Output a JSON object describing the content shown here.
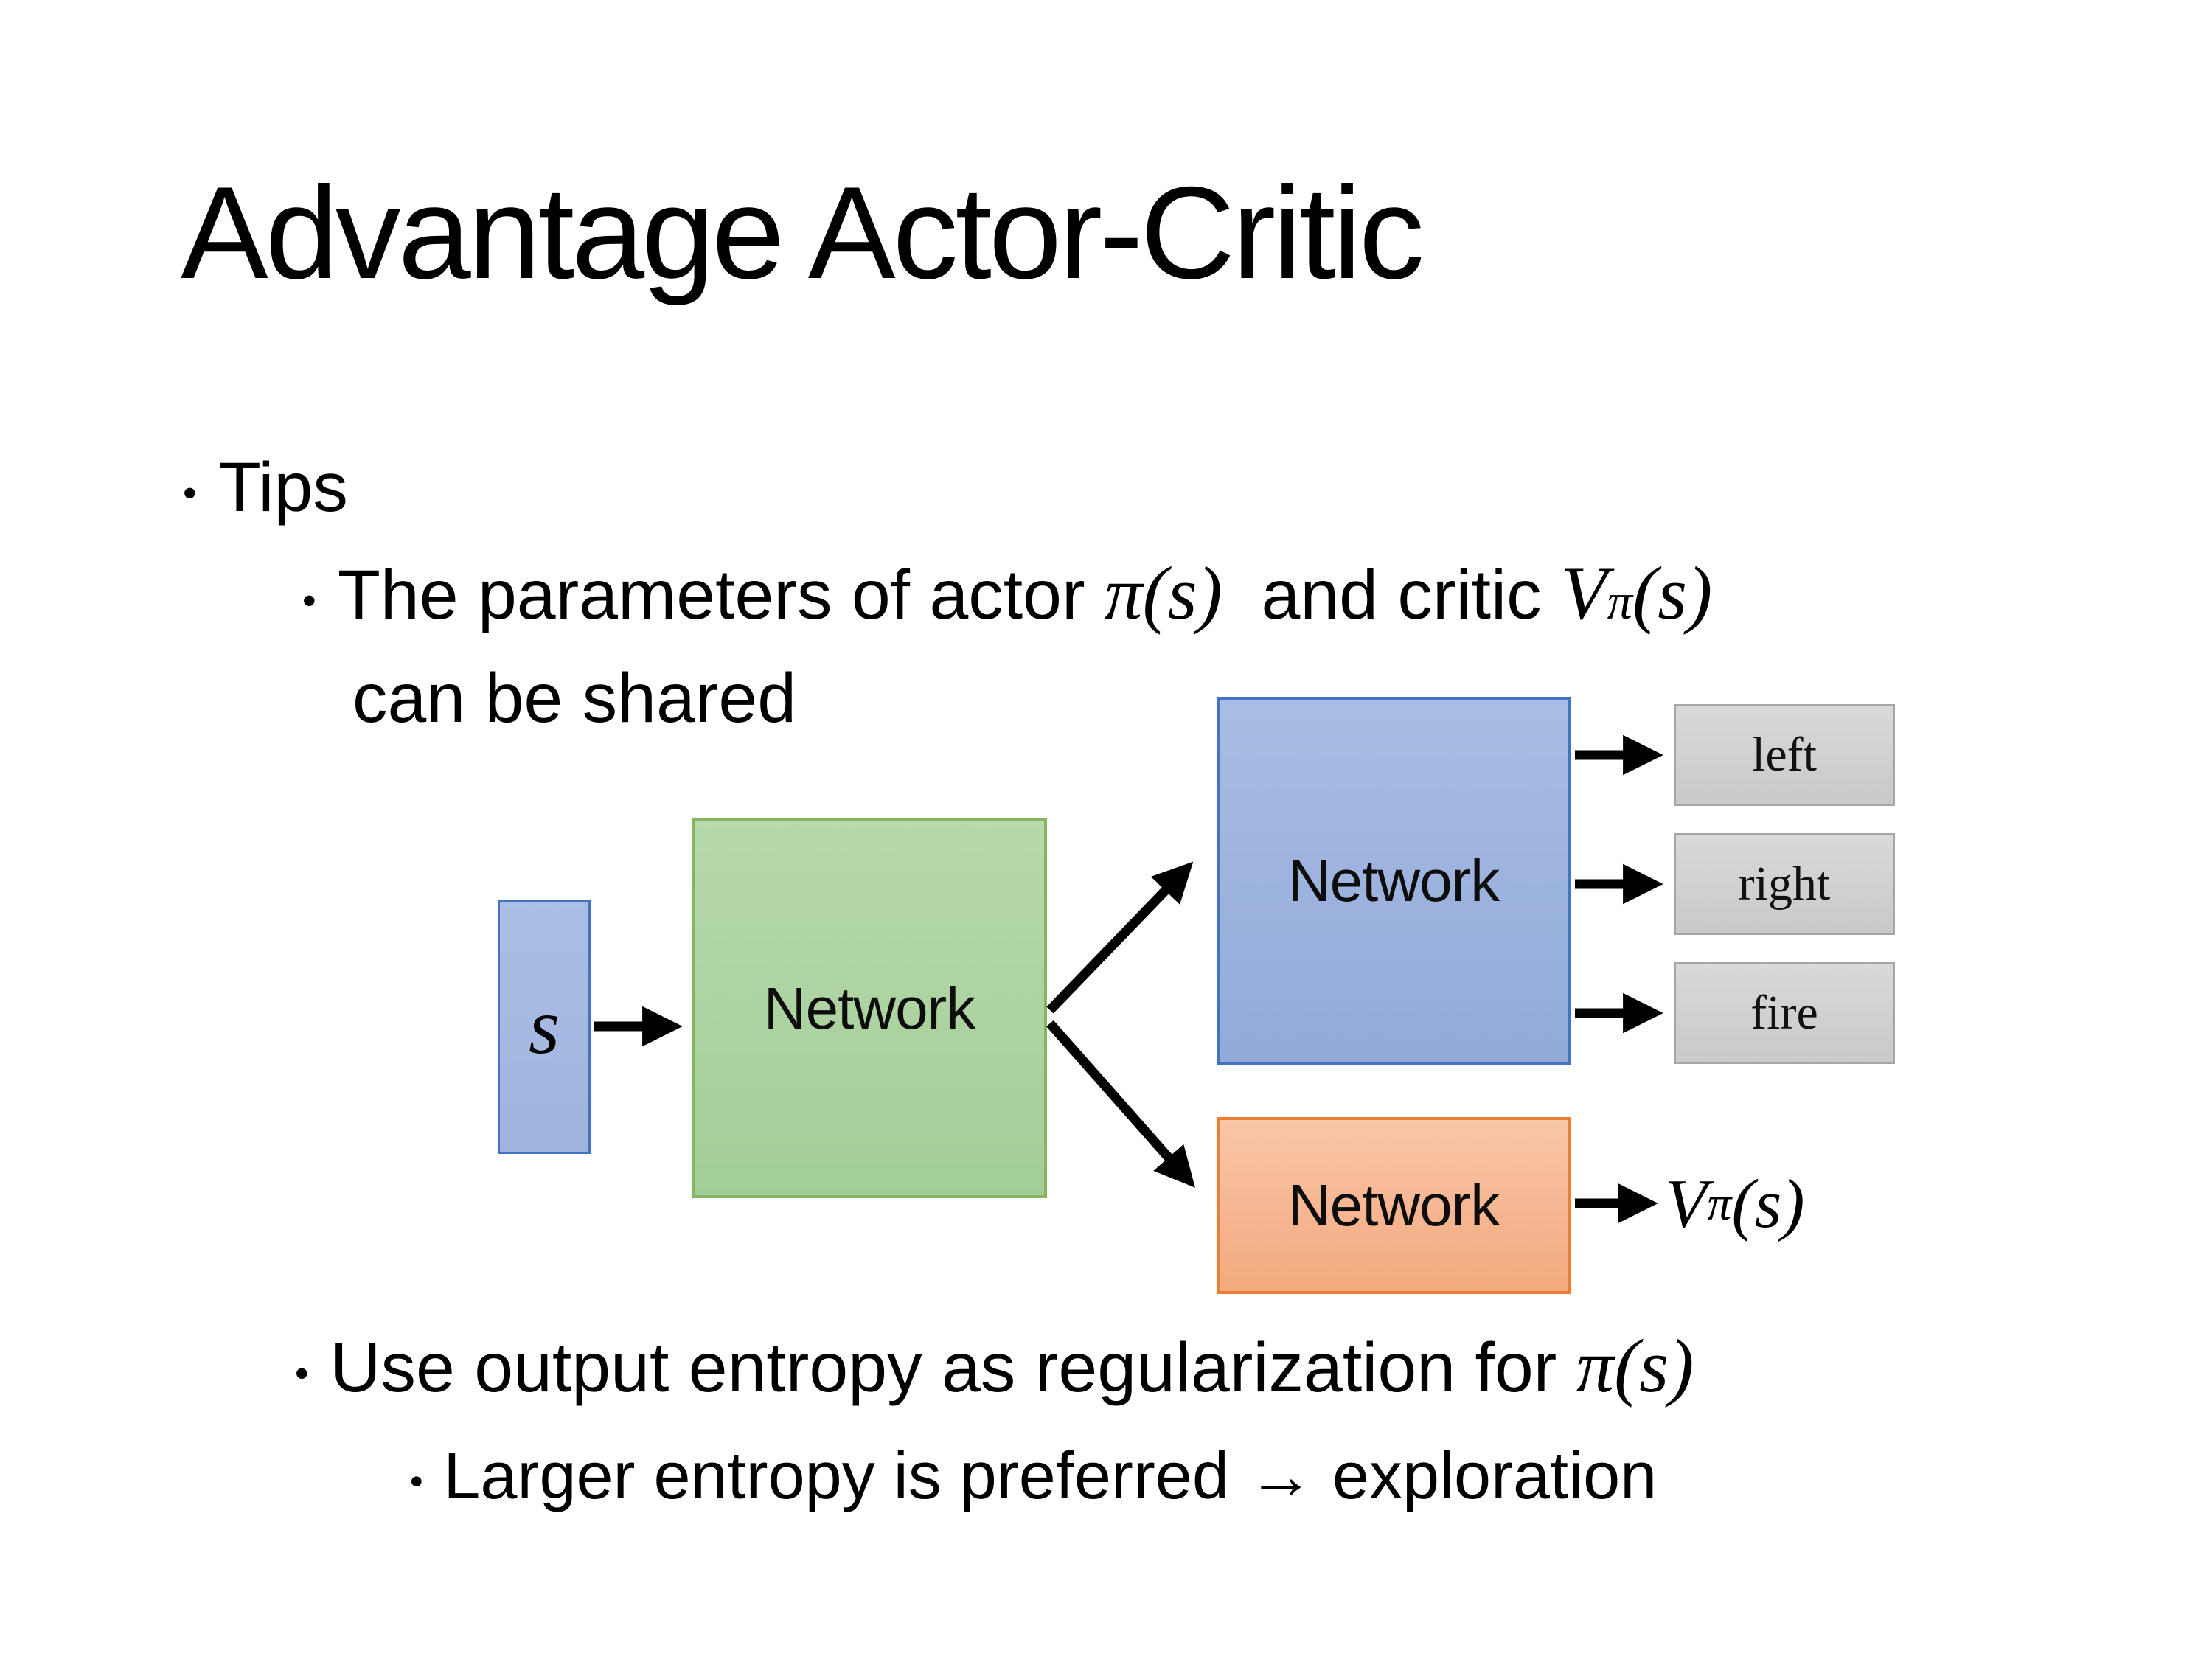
{
  "slide": {
    "title": "Advantage Actor-Critic",
    "bullet_char": "•"
  },
  "text": {
    "tips": "Tips",
    "param_pre": "The parameters of actor ",
    "param_actor": "π(s)",
    "param_mid": "  and critic ",
    "param_v": "V",
    "param_vsup": "π",
    "param_varg": "(s)",
    "param_line2": "can be shared",
    "entropy_pre": "Use output entropy as regularization for ",
    "entropy_pi": "π(s)",
    "explore_text": "Larger entropy is preferred → exploration"
  },
  "diagram": {
    "s_label": "s",
    "shared_network_label": "Network",
    "actor_network_label": "Network",
    "critic_network_label": "Network",
    "action_left": "left",
    "action_right": "right",
    "action_fire": "fire",
    "value_v": "V",
    "value_sup": "π",
    "value_arg": "(s)",
    "colors": {
      "box_blue_fill": "#9fb3dd",
      "box_blue_fill_light": "#abbfe5",
      "box_blue_border": "#4472c4",
      "box_green_fill": "#aed2a2",
      "box_green_border": "#84b561",
      "box_orange_fill": "#f6b78f",
      "box_orange_border": "#ed7d31",
      "box_gray_fill": "#d2d2d2",
      "box_gray_border": "#a6a6a6",
      "arrow": "#000000"
    }
  }
}
